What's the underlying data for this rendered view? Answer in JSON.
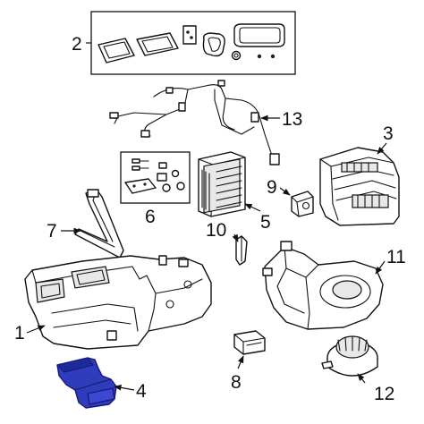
{
  "diagram": {
    "callouts": {
      "c1": "1",
      "c2": "2",
      "c3": "3",
      "c4": "4",
      "c5": "5",
      "c6": "6",
      "c7": "7",
      "c8": "8",
      "c9": "9",
      "c10": "10",
      "c11": "11",
      "c12": "12",
      "c13": "13"
    },
    "colors": {
      "highlight": "#2f3dbd",
      "line": "#111111",
      "background": "#ffffff"
    },
    "highlighted_part": "4"
  }
}
